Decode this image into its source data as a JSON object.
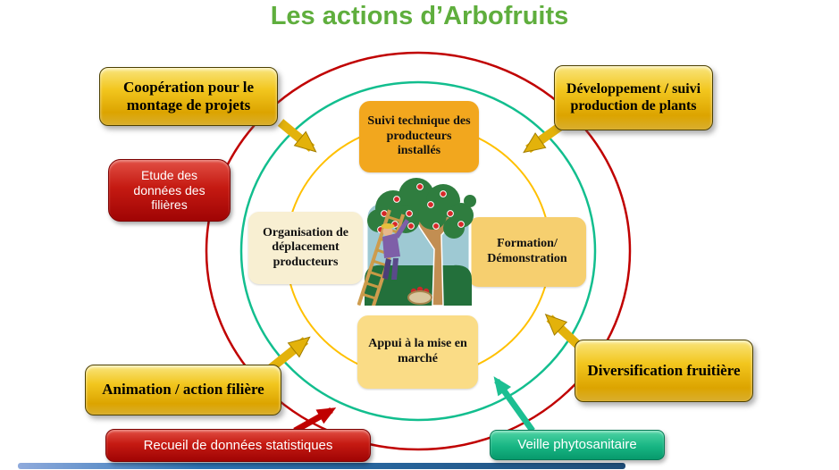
{
  "title": "Les actions d’Arbofruits",
  "outer_actions": {
    "cooperation": "Coopération pour le montage de projets",
    "developpement": "Développement / suivi production de plants",
    "animation": "Animation / action filière",
    "diversification": "Diversification fruitière"
  },
  "inner_actions": {
    "suivi": "Suivi technique des producteurs installés",
    "organisation": "Organisation de déplacement producteurs",
    "formation": "Formation/ Démonstration",
    "appui": "Appui à la mise en marché"
  },
  "data_actions": {
    "etude": "Etude des données des filières",
    "recueil": "Recueil de données statistiques",
    "veille": "Veille phytosanitaire"
  },
  "colors": {
    "title_green": "#5FAE3D",
    "outer_circle_red": "#C00000",
    "middle_circle_teal": "#12BE8E",
    "inner_circle_gold": "#FFC000",
    "gold_box": "#F2C61E",
    "red_box": "#C51A12",
    "teal_box": "#17B583"
  },
  "icons": {
    "center_illustration": "apple-tree-harvest-illustration"
  }
}
